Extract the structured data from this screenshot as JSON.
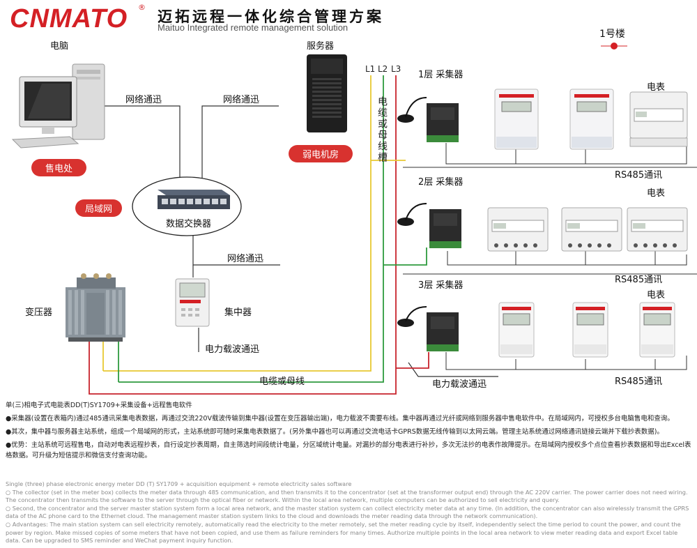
{
  "header": {
    "brand": "CNMATO",
    "registered_mark": "®",
    "title_cn": "迈拓远程一体化综合管理方案",
    "title_en": "Maituo Integrated remote management solution"
  },
  "building_label": "1号楼",
  "nodes": {
    "computer": "电脑",
    "sales_office": "售电处",
    "server": "服务器",
    "weak_room": "弱电机房",
    "lan": "局域网",
    "switch": "数据交换器",
    "transformer": "变压器",
    "concentrator": "集中器"
  },
  "links": {
    "network_1": "网络通迅",
    "network_2": "网络通迅",
    "network_3": "网络通迅",
    "plc_1": "电力载波通迅",
    "cable_bus": "电缆或母线",
    "plc_2": "电力载波通迅",
    "vertical_cable": "电缆或母线槽"
  },
  "phases": [
    "L1",
    "L2",
    "L3"
  ],
  "floors": [
    {
      "label": "1层  采集器",
      "meter_label": "电表",
      "bus_label": "RS485通讯"
    },
    {
      "label": "2层  采集器",
      "meter_label": "电表",
      "bus_label": "RS485通讯"
    },
    {
      "label": "3层  采集器",
      "meter_label": "电表",
      "bus_label": "RS485通讯"
    }
  ],
  "notes_cn": [
    "单(三)相电子式电能表DD(T)SY1709+采集设备+远程售电软件",
    "●采集器(设置在表箱内)通过485通讯采集电表数据，再通过交流220V载波传输到集中器(设置在变压器输出端)，电力载波不需要布线。集中器再通过光纤或网络到服务器中售电软件中。在局域网内，可授权多台电脑售电和查询。",
    "●其次，集中器与服务器主站系统，组成一个局域网的形式，主站系统即可随时采集电表数据了。(另外集中器也可以再通过交流电话卡GPRS数据无线传输到以太网云端。管理主站系统通过网络通讯链接云端并下载抄表数据)。",
    "●优势：主站系统可远程售电，自动对电表远程抄表，自行设定抄表周期，自主筛选时间段统计电量，分区域统计电量。对漏抄的部分电表进行补抄，多次无法抄的电表作故障提示。在局域网内授权多个点位查看抄表数据和导出Excel表格数据。可升级为短信提示和微信支付查询功能。"
  ],
  "notes_en": [
    "Single (three) phase electronic energy meter DD (T) SY1709 + acquisition equipment + remote electricity sales software",
    "○ The collector (set in the meter box) collects the meter data through 485 communication, and then transmits it to the concentrator (set at the transformer output end) through the AC 220V carrier. The power carrier does not need wiring. The concentrator then transmits the software to the server through the optical fiber or network. Within the local area network, multiple computers can be authorized to sell electricity and query.",
    "○ Second, the concentrator and the server master station system form a local area network, and the master station system can collect electricity meter data at any time. (In addition, the concentrator can also wirelessly transmit the GPRS data of the AC phone card to the Ethernet cloud. The management master station system links to the cloud and downloads the meter reading data through the network communication).",
    "○ Advantages: The main station system can sell electricity remotely, automatically read the electricity to the meter remotely, set the meter reading cycle by itself, independently select the time period to count the power, and count the power by region. Make missed copies of some meters that have not been copied, and use them as failure reminders for many times. Authorize multiple points in the local area network to view meter reading data and export Excel table data. Can be upgraded to SMS reminder and WeChat payment inquiry function."
  ],
  "colors": {
    "brand_red": "#d42025",
    "phase_l1": "#e8c832",
    "phase_l2": "#2e9b3e",
    "phase_l3": "#c8232c"
  }
}
